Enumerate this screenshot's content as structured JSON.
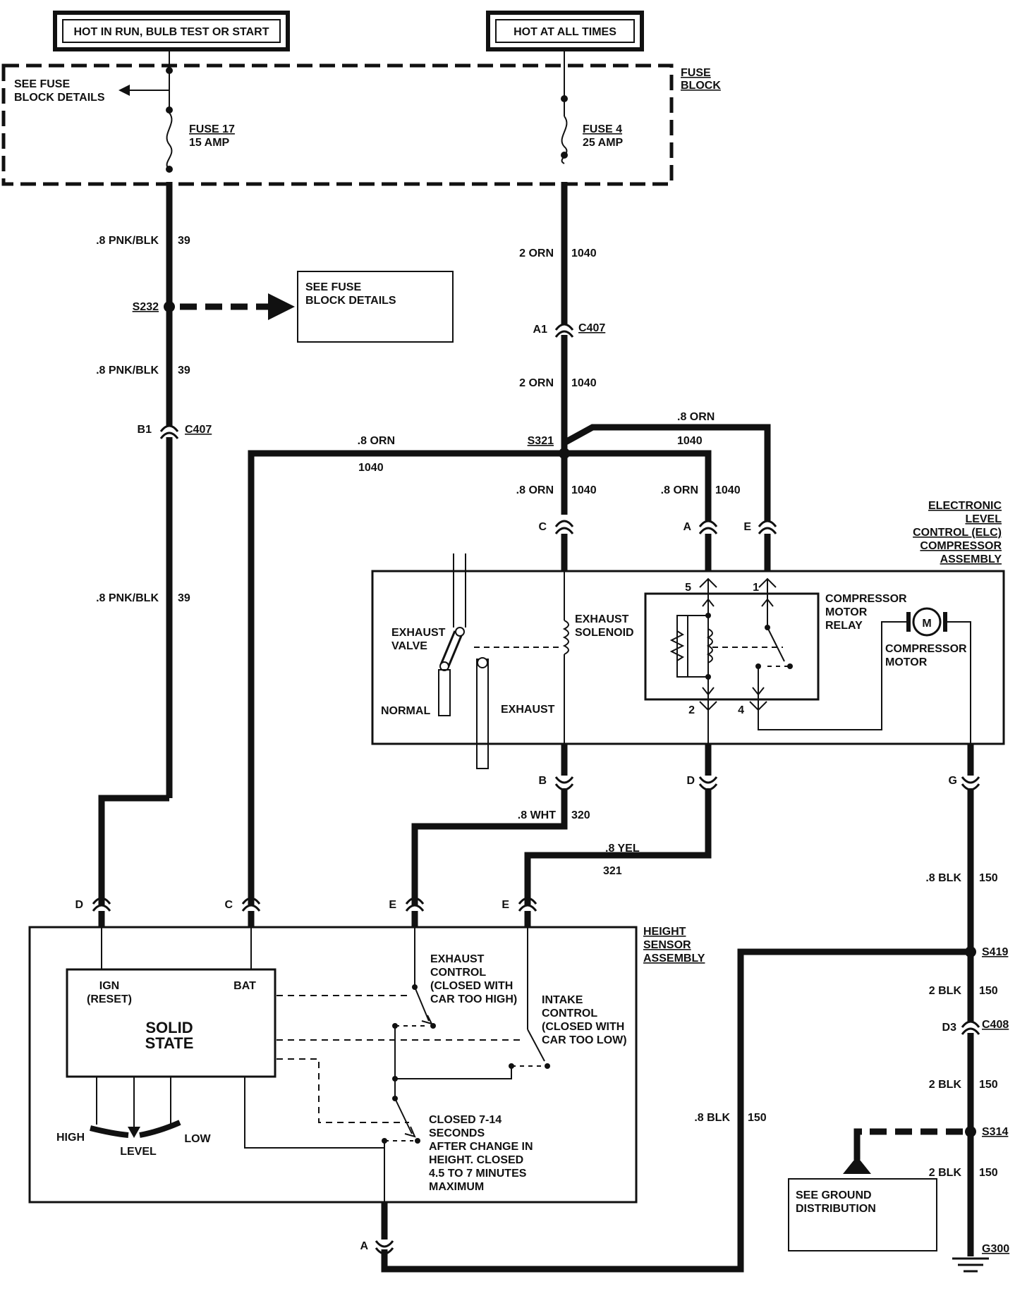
{
  "sources": {
    "hot_run": "HOT IN RUN, BULB TEST OR START",
    "hot_all": "HOT AT ALL TIMES"
  },
  "fuse_block": {
    "title": [
      "FUSE",
      "BLOCK"
    ],
    "see_details": [
      "SEE FUSE",
      "BLOCK DETAILS"
    ],
    "fuse17": {
      "name": "FUSE 17",
      "rating": "15 AMP"
    },
    "fuse4": {
      "name": "FUSE 4",
      "rating": "25 AMP"
    }
  },
  "left_wire": {
    "spec": ".8 PNK/BLK",
    "circuit": "39",
    "splice": "S232",
    "pin_b1": "B1",
    "conn": "C407",
    "box": [
      "SEE FUSE",
      "BLOCK DETAILS"
    ]
  },
  "center_wire": {
    "spec_2orn": "2 ORN",
    "circuit": "1040",
    "pin_a1": "A1",
    "conn": "C407",
    "splice": "S321",
    "spec_8orn": ".8 ORN"
  },
  "elc": {
    "title": [
      "ELECTRONIC",
      "LEVEL",
      "CONTROL (ELC)",
      "COMPRESSOR",
      "ASSEMBLY"
    ],
    "pin_c": "C",
    "pin_a": "A",
    "pin_e": "E",
    "pin_b": "B",
    "pin_d": "D",
    "pin_g": "G",
    "exhaust_valve": [
      "EXHAUST",
      "VALVE"
    ],
    "normal": "NORMAL",
    "exhaust": "EXHAUST",
    "solenoid": [
      "EXHAUST",
      "SOLENOID"
    ],
    "relay": [
      "COMPRESSOR",
      "MOTOR",
      "RELAY"
    ],
    "motor": [
      "COMPRESSOR",
      "MOTOR"
    ],
    "motor_symbol": "M",
    "relay_pins": [
      "5",
      "1",
      "2",
      "4"
    ]
  },
  "lower_wires": {
    "wht_spec": ".8 WHT",
    "wht_circuit": "320",
    "yel_spec": ".8 YEL",
    "yel_circuit": "321",
    "blk8_spec": ".8 BLK",
    "blk_circuit": "150",
    "blk2_spec": "2 BLK",
    "s419": "S419",
    "d3": "D3",
    "c408": "C408",
    "s314": "S314",
    "g300": "G300",
    "ground_box": [
      "SEE GROUND",
      "DISTRIBUTION"
    ]
  },
  "height_sensor": {
    "title": [
      "HEIGHT",
      "SENSOR",
      "ASSEMBLY"
    ],
    "pins": [
      "D",
      "C",
      "E",
      "E",
      "A"
    ],
    "ign": [
      "IGN",
      "(RESET)"
    ],
    "bat": "BAT",
    "solid_state": [
      "SOLID",
      "STATE"
    ],
    "high": "HIGH",
    "level": "LEVEL",
    "low": "LOW",
    "exhaust_ctrl": [
      "EXHAUST",
      "CONTROL",
      "(CLOSED WITH",
      "CAR TOO HIGH)"
    ],
    "intake_ctrl": [
      "INTAKE",
      "CONTROL",
      "(CLOSED WITH",
      "CAR TOO LOW)"
    ],
    "timer": [
      "CLOSED 7-14",
      "SECONDS",
      "AFTER CHANGE IN",
      "HEIGHT.  CLOSED",
      "4.5 TO 7 MINUTES",
      "MAXIMUM"
    ]
  }
}
